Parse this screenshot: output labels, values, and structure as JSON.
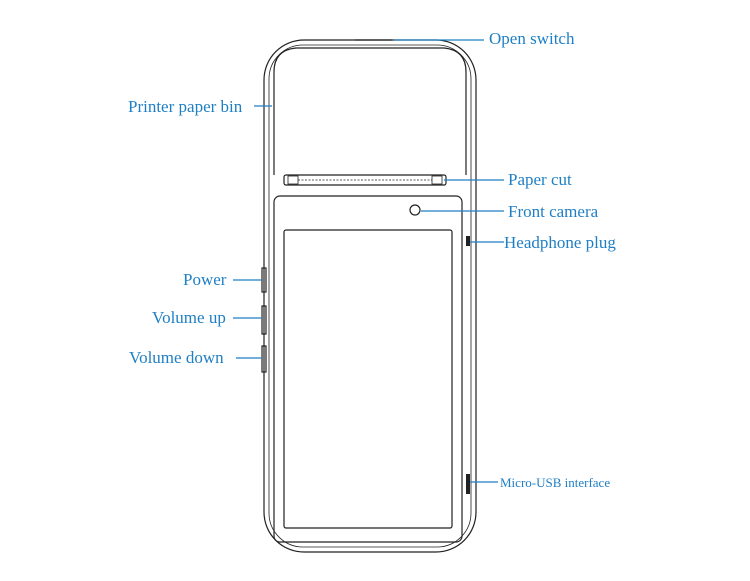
{
  "labels": {
    "open_switch": "Open switch",
    "printer_paper_bin": "Printer paper bin",
    "paper_cut": "Paper cut",
    "front_camera": "Front camera",
    "headphone_plug": "Headphone plug",
    "power": "Power",
    "volume_up": "Volume up",
    "volume_down": "Volume down",
    "micro_usb": "Micro-USB interface"
  },
  "colors": {
    "label": "#1f7fc4",
    "outline": "#222222"
  }
}
